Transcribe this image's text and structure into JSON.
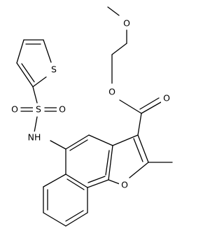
{
  "molecule": {
    "atom_labels": {
      "o_methoxy": "O",
      "o_ester": "O",
      "o_carbonyl": "O",
      "s_thiophene": "S",
      "s_sulfonyl": "S",
      "o_sulfonyl_left": "O",
      "o_sulfonyl_right": "O",
      "nh": "NH",
      "o_furan": "O"
    },
    "colors": {
      "bond": "#000000",
      "text": "#000000",
      "background": "#ffffff"
    }
  }
}
